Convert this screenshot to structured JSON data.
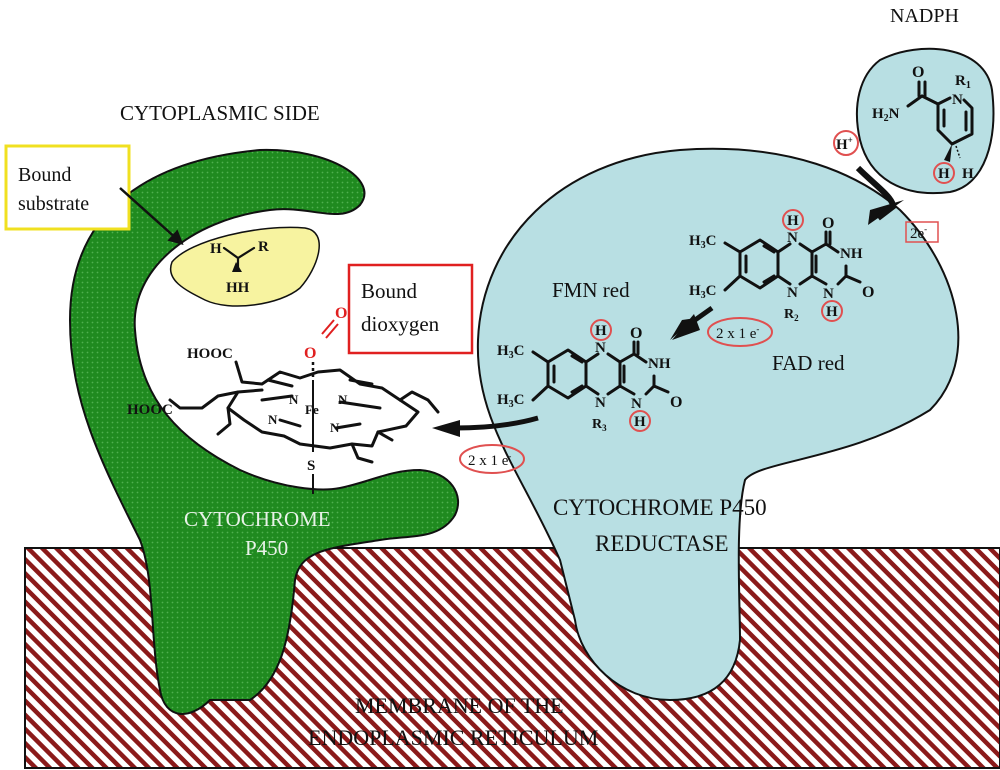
{
  "diagram": {
    "title_regions": {
      "cytoplasmic_side": "CYTOPLASMIC SIDE",
      "membrane_line1": "MEMBRANE OF THE",
      "membrane_line2": "ENDOPLASMIC RETICULUM"
    },
    "proteins": {
      "p450_line1": "CYTOCHROME",
      "p450_line2": "P450",
      "reductase_line1": "CYTOCHROME P450",
      "reductase_line2": "REDUCTASE"
    },
    "callouts": {
      "bound_substrate_line1": "Bound",
      "bound_substrate_line2": "substrate",
      "bound_dioxygen_line1": "Bound",
      "bound_dioxygen_line2": "dioxygen"
    },
    "cofactors": {
      "nadph": "NADPH",
      "fad": "FAD red",
      "fmn": "FMN red"
    },
    "transfers": {
      "proton": "H",
      "proton_sup": "+",
      "nadph_to_fad": "2e",
      "nadph_to_fad_sup": "-",
      "fad_to_fmn": "2 x 1 e",
      "fad_to_fmn_sup": "-",
      "fmn_to_heme": "2 x 1 e",
      "fmn_to_heme_sup": "-"
    },
    "substrate_atoms": {
      "h1": "H",
      "r": "R",
      "hh": "HH"
    },
    "heme_atoms": {
      "hooc1": "HOOC",
      "hooc2": "HOOC",
      "fe": "Fe",
      "n": "N",
      "s": "S",
      "o": "O"
    },
    "nadph_atoms": {
      "o": "O",
      "r1": "R",
      "r1_sub": "1",
      "n": "N",
      "h2n": "H",
      "h2n_sub": "2",
      "h2n_n": "N",
      "h": "H"
    },
    "flavin_atoms": {
      "h3c": "H",
      "h3c_sub": "3",
      "h3c_c": "C",
      "n": "N",
      "nh": "NH",
      "o": "O",
      "h": "H",
      "r2": "R",
      "r2_sub": "2",
      "r3": "R",
      "r3_sub": "3"
    },
    "colors": {
      "p450_green": "#1f8a1f",
      "reductase_blue": "#b8dfe3",
      "substrate_yellow": "#f7f3a0",
      "membrane_stripe": "#8b1a1a",
      "substrate_box": "#f0e020",
      "dioxygen_box": "#e02020",
      "electron_ring": "#e05050"
    }
  }
}
